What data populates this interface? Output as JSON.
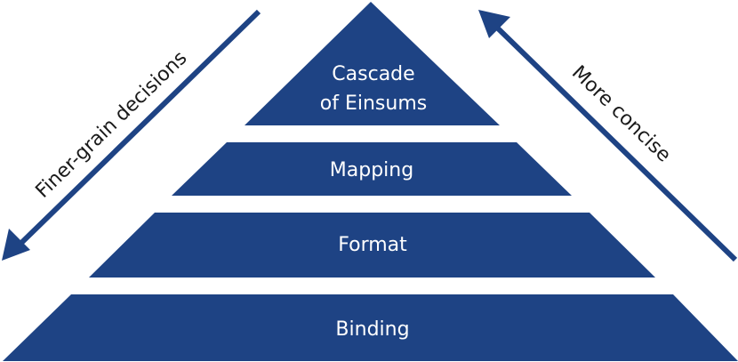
{
  "tiers": [
    {
      "lines": [
        "Cascade",
        "of Einsums"
      ]
    },
    {
      "lines": [
        "Mapping"
      ]
    },
    {
      "lines": [
        "Format"
      ]
    },
    {
      "lines": [
        "Binding"
      ]
    }
  ],
  "arrows": {
    "left": {
      "label": "Finer-grain decisions"
    },
    "right": {
      "label": "More concise"
    }
  },
  "colors": {
    "tier_fill": "#1e4384",
    "tier_text": "#ffffff",
    "arrow": "#1e4384",
    "arrow_text": "#1a1a1a"
  }
}
